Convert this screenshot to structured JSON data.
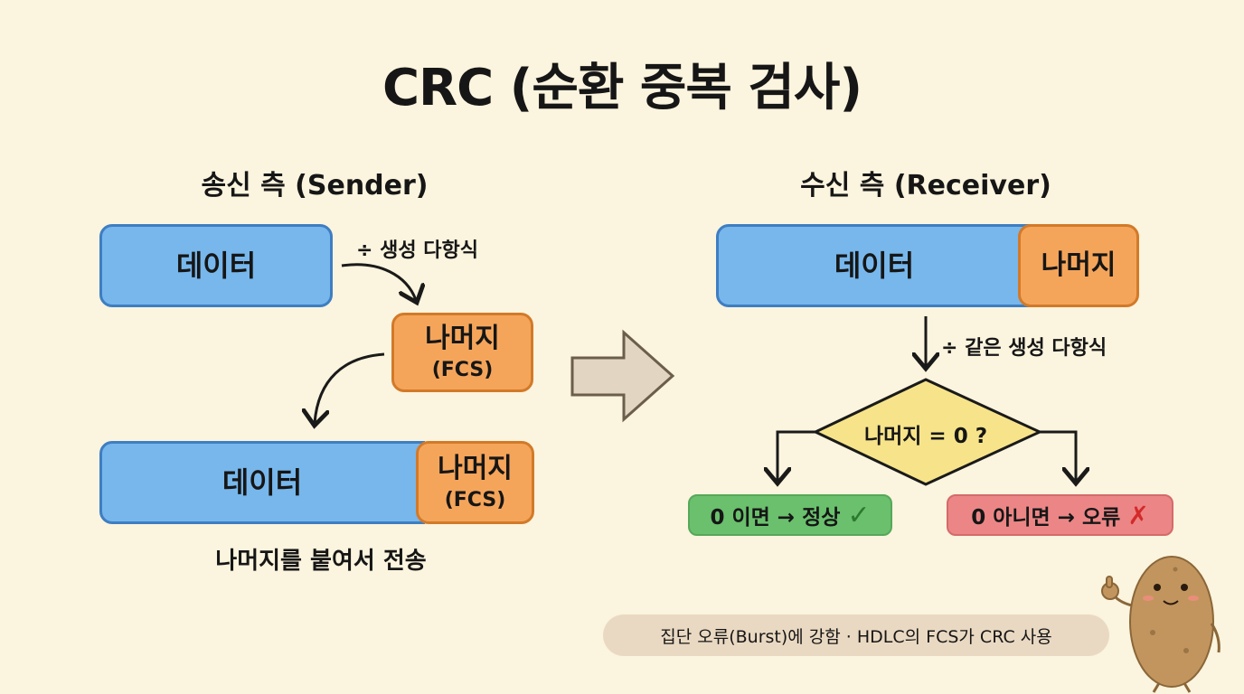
{
  "title": "CRC (순환 중복 검사)",
  "sender": {
    "heading": "송신 측 (Sender)",
    "data_label": "데이터",
    "divide_label": "÷ 생성 다항식",
    "remainder_label": "나머지",
    "fcs_label": "(FCS)",
    "frame": {
      "data_label": "데이터",
      "remainder_label": "나머지",
      "fcs_label": "(FCS)"
    },
    "caption": "나머지를 붙여서 전송"
  },
  "receiver": {
    "heading": "수신 측 (Receiver)",
    "data_label": "데이터",
    "remainder_label": "나머지",
    "divide_label": "÷ 같은 생성 다항식",
    "decision": "나머지 = 0 ?",
    "ok_result": "0 이면 → 정상",
    "error_result": "0 아니면 → 오류",
    "ok_icon": "check-icon",
    "error_icon": "cross-icon"
  },
  "footer_note": "집단 오류(Burst)에 강함 · HDLC의 FCS가 CRC 사용",
  "colors": {
    "background": "#fbf4de",
    "data_box": "#77b7ec",
    "remainder_box": "#f5a55a",
    "decision": "#f7e48a",
    "ok": "#6ac06d",
    "error": "#ec8686"
  }
}
